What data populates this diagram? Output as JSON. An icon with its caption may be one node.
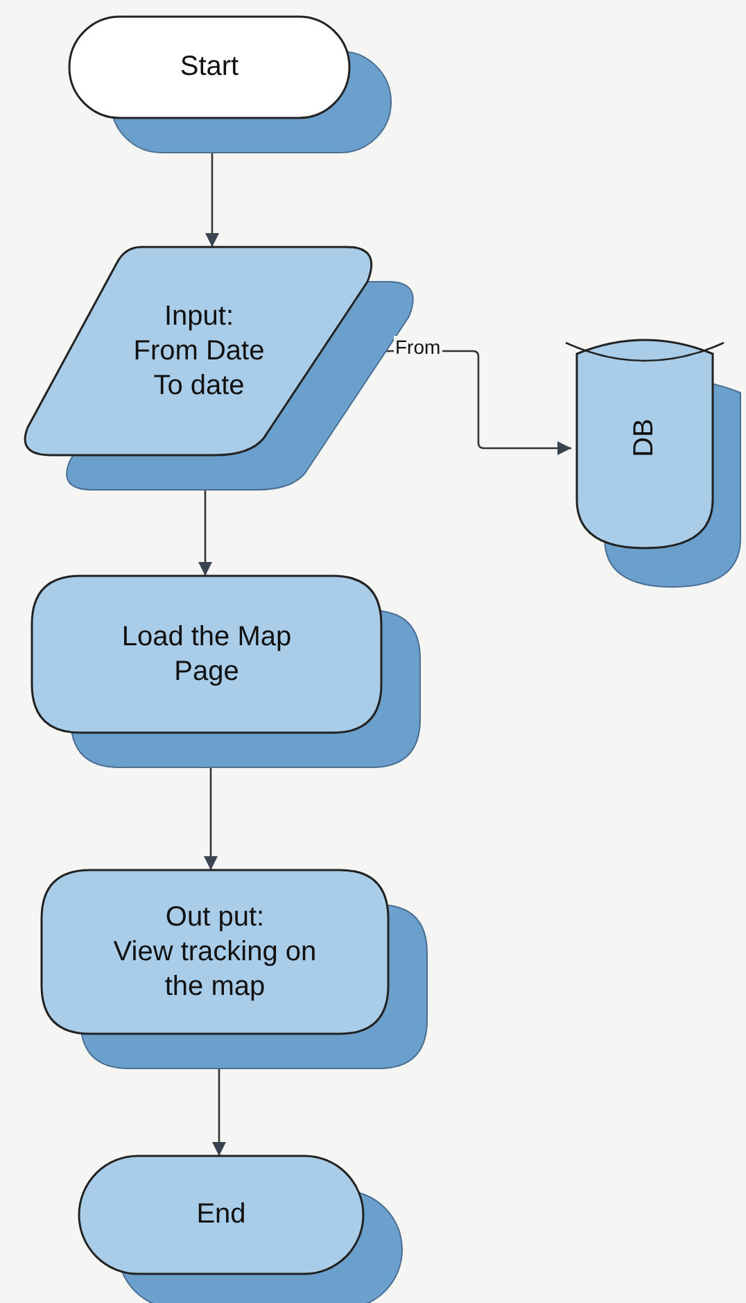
{
  "diagram": {
    "nodes": [
      {
        "text": [
          "Start"
        ]
      },
      {
        "text": [
          "Input:",
          "From Date To date"
        ]
      },
      {
        "text": [
          "DB"
        ]
      },
      {
        "text": [
          "Load the Map Page"
        ]
      },
      {
        "text": [
          "Out put:",
          "View tracking on the map"
        ]
      },
      {
        "text": [
          "End"
        ]
      }
    ],
    "edges": [
      {
        "from": 0,
        "to": 1,
        "arrow": "to"
      },
      {
        "from": 1,
        "to": 2,
        "label": "From",
        "arrow": "to"
      },
      {
        "from": 1,
        "to": 3,
        "arrow": "to"
      },
      {
        "from": 3,
        "to": 4,
        "arrow": "to"
      },
      {
        "from": 4,
        "to": 5,
        "arrow": "to"
      }
    ]
  }
}
